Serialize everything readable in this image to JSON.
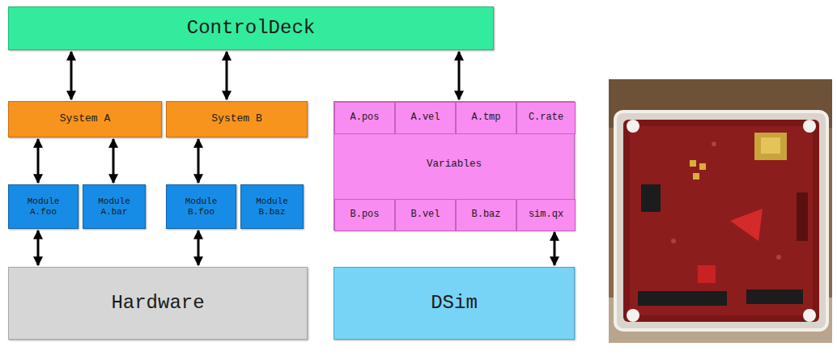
{
  "diagram": {
    "nodes": [
      {
        "text": [
          "ControlDeck"
        ]
      },
      {
        "text": [
          "System A"
        ]
      },
      {
        "text": [
          "System B"
        ]
      },
      {
        "text": [
          "Variables"
        ]
      },
      {
        "text": [
          "A.pos"
        ],
        "in": 3
      },
      {
        "text": [
          "A.vel"
        ],
        "in": 3
      },
      {
        "text": [
          "A.tmp"
        ],
        "in": 3
      },
      {
        "text": [
          "C.rate"
        ],
        "in": 3
      },
      {
        "text": [
          "B.pos"
        ],
        "in": 3
      },
      {
        "text": [
          "B.vel"
        ],
        "in": 3
      },
      {
        "text": [
          "B.baz"
        ],
        "in": 3
      },
      {
        "text": [
          "sim.qx"
        ],
        "in": 3
      },
      {
        "text": [
          "Module A.foo"
        ]
      },
      {
        "text": [
          "Module A.bar"
        ]
      },
      {
        "text": [
          "Module B.foo"
        ]
      },
      {
        "text": [
          "Module B.baz"
        ]
      },
      {
        "text": [
          "Hardware"
        ]
      },
      {
        "text": [
          "DSim"
        ]
      }
    ],
    "edges": [
      {
        "from": 0,
        "to": 1,
        "arrow": "both"
      },
      {
        "from": 0,
        "to": 2,
        "arrow": "both"
      },
      {
        "from": 0,
        "to": 3,
        "arrow": "both"
      },
      {
        "from": 1,
        "to": 12,
        "arrow": "both"
      },
      {
        "from": 1,
        "to": 13,
        "arrow": "both"
      },
      {
        "from": 2,
        "to": 14,
        "arrow": "both"
      },
      {
        "from": 12,
        "to": 16,
        "arrow": "both"
      },
      {
        "from": 14,
        "to": 16,
        "arrow": "both"
      },
      {
        "from": 3,
        "to": 17,
        "arrow": "both"
      }
    ]
  }
}
